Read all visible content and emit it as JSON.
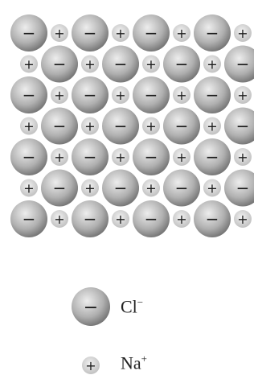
{
  "lattice": {
    "anion_symbol": "−",
    "cation_symbol": "+",
    "rows": [
      [
        "anion",
        "cation",
        "anion",
        "cation",
        "anion",
        "cation",
        "anion",
        "cation"
      ],
      [
        "cation",
        "anion",
        "cation",
        "anion",
        "cation",
        "anion",
        "cation",
        "anion"
      ],
      [
        "anion",
        "cation",
        "anion",
        "cation",
        "anion",
        "cation",
        "anion",
        "cation"
      ],
      [
        "cation",
        "anion",
        "cation",
        "anion",
        "cation",
        "anion",
        "cation",
        "anion"
      ],
      [
        "anion",
        "cation",
        "anion",
        "cation",
        "anion",
        "cation",
        "anion",
        "cation"
      ],
      [
        "cation",
        "anion",
        "cation",
        "anion",
        "cation",
        "anion",
        "cation",
        "anion"
      ],
      [
        "anion",
        "cation",
        "anion",
        "cation",
        "anion",
        "cation",
        "anion",
        "cation"
      ]
    ]
  },
  "legend": {
    "anion": {
      "symbol": "−",
      "label_base": "Cl",
      "label_sup": "−"
    },
    "cation": {
      "symbol": "+",
      "label_base": "Na",
      "label_sup": "+"
    }
  },
  "colors": {
    "anion_light": "#e8e8e8",
    "anion_dark": "#7a7a7a",
    "cation_fill": "#d9d9d9",
    "symbol": "#1a1a1a"
  }
}
